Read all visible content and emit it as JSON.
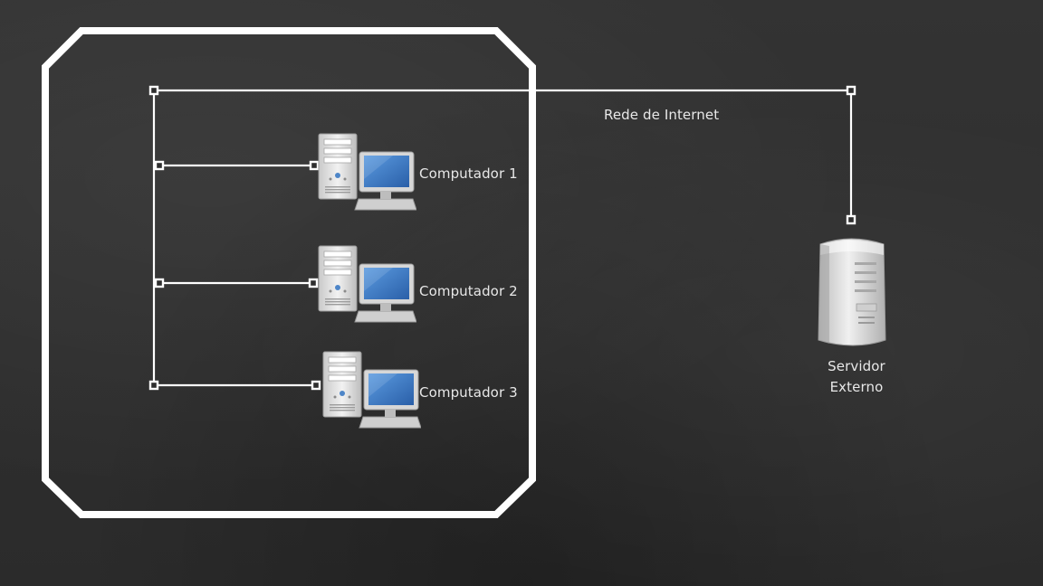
{
  "diagram": {
    "network_label": "Rede de Internet",
    "computers": [
      {
        "label": "Computador 1"
      },
      {
        "label": "Computador 2"
      },
      {
        "label": "Computador 3"
      }
    ],
    "server": {
      "label_line1": "Servidor",
      "label_line2": "Externo"
    }
  },
  "colors": {
    "board": "#2e2e2e",
    "line": "#ffffff",
    "text": "#e8e8e8",
    "screen": "#3b78c2",
    "case": "#e2e2e2"
  },
  "icons": [
    "computer-icon",
    "server-icon",
    "connector-node"
  ]
}
